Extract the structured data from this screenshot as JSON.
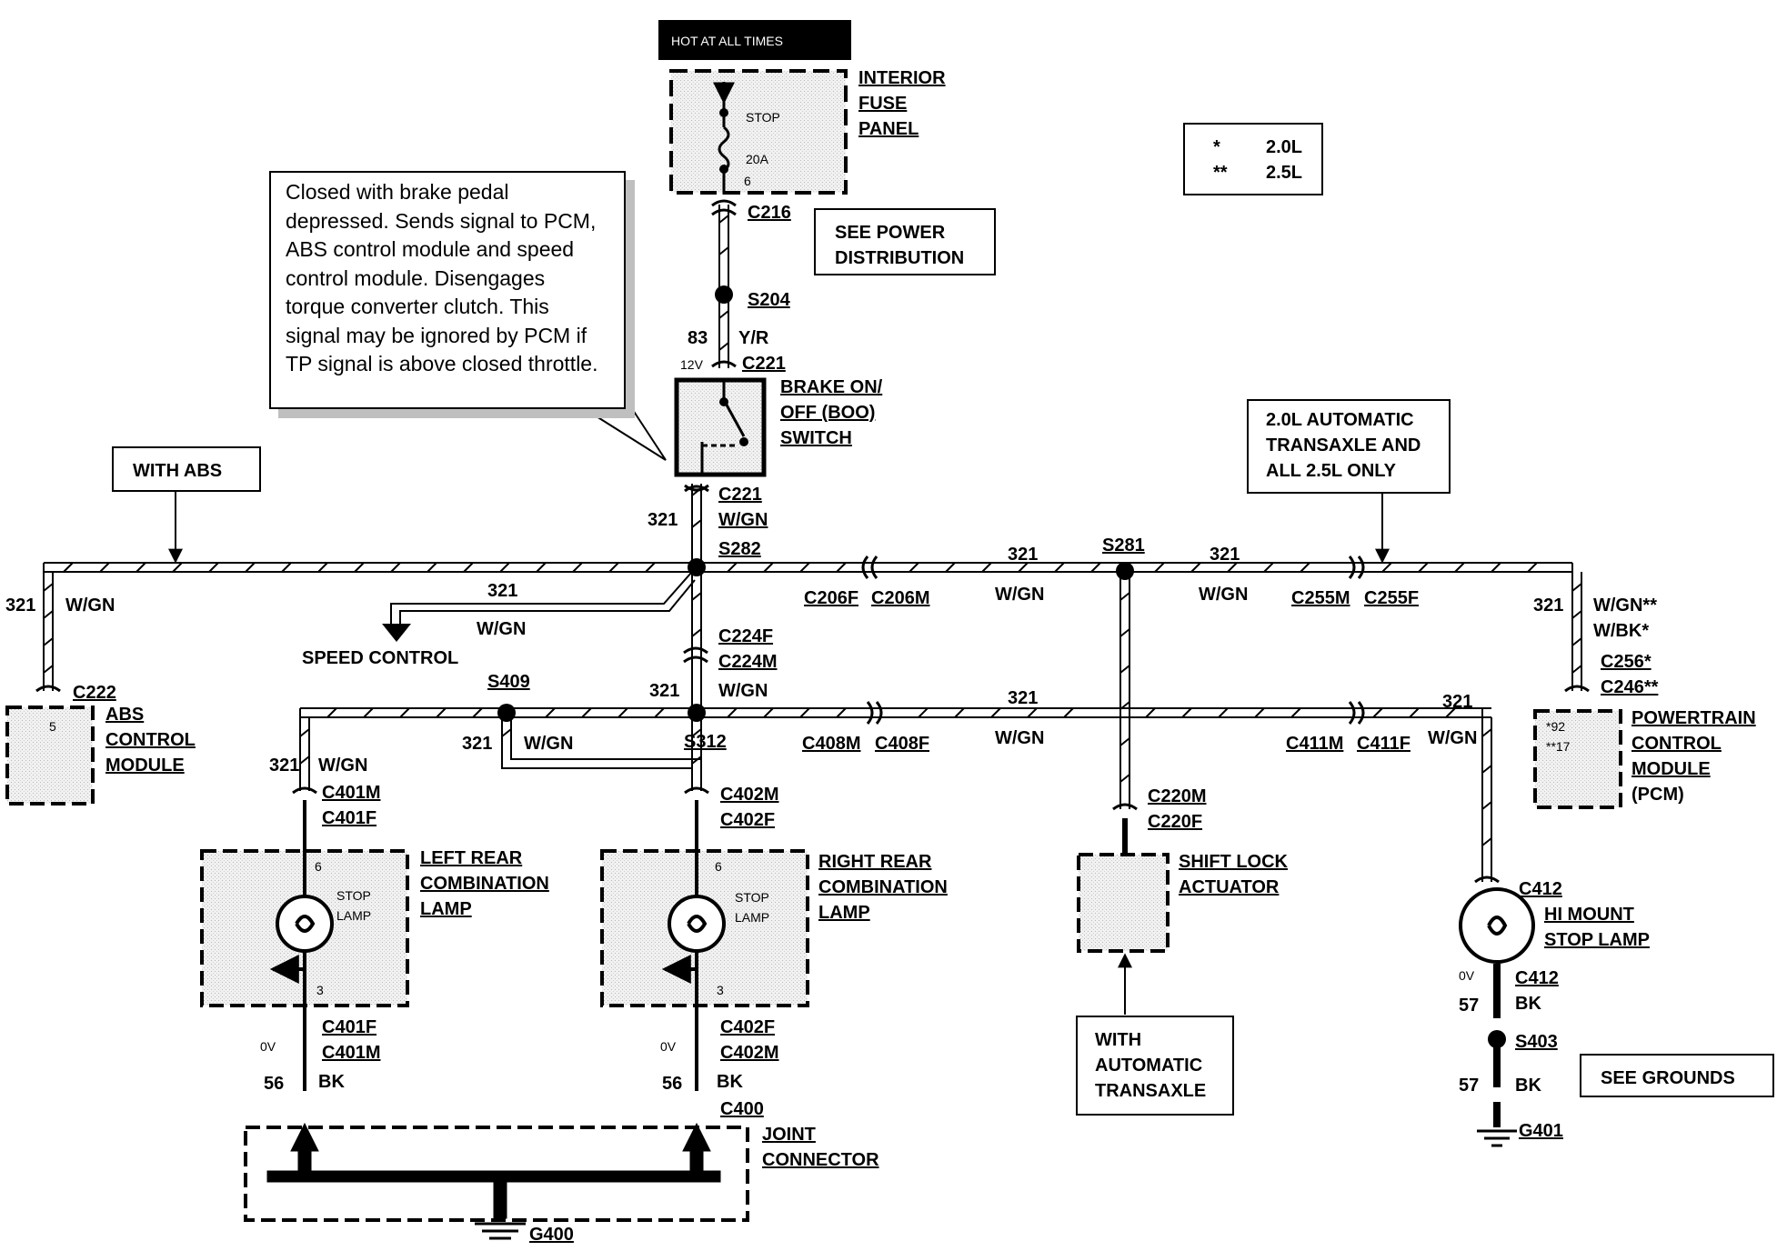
{
  "fuse_panel": {
    "hot_banner": "HOT AT ALL TIMES",
    "title_lines": [
      "INTERIOR",
      "FUSE",
      "PANEL"
    ],
    "fuse_name": "STOP",
    "fuse_rating": "20A",
    "pin": "6"
  },
  "engine_legend": [
    {
      "symbol": "*",
      "engine": "2.0L"
    },
    {
      "symbol": "**",
      "engine": "2.5L"
    }
  ],
  "note": "Closed with brake pedal depressed. Sends signal to PCM, ABS control module and speed control module. Disengages torque converter clutch. This signal may be ignored by PCM if TP signal is above closed throttle.",
  "callouts": {
    "see_power": [
      "SEE POWER",
      "DISTRIBUTION"
    ],
    "with_abs": "WITH ABS",
    "transaxle_note": [
      "2.0L AUTOMATIC",
      "TRANSAXLE AND",
      "ALL 2.5L ONLY"
    ],
    "with_automatic": [
      "WITH",
      "AUTOMATIC",
      "TRANSAXLE"
    ],
    "see_grounds": "SEE GROUNDS"
  },
  "labels": {
    "c216": "C216",
    "s204": "S204",
    "c221": "C221",
    "circuit_83": "83",
    "y_r": "Y/R",
    "v12": "12V",
    "boo_switch": [
      "BRAKE ON/",
      "OFF (BOO)",
      "SWITCH"
    ],
    "circuit_321": "321",
    "w_gn": "W/GN",
    "w_gn_2": "W/GN**",
    "w_bk": "W/BK*",
    "s282": "S282",
    "s281": "S281",
    "s409": "S409",
    "s312": "S312",
    "c206f": "C206F",
    "c206m": "C206M",
    "c255m": "C255M",
    "c255f": "C255F",
    "c224f": "C224F",
    "c224m": "C224M",
    "c408m": "C408M",
    "c408f": "C408F",
    "c411m": "C411M",
    "c411f": "C411F",
    "c222": "C222",
    "c256": "C256*",
    "c246": "C246**",
    "speed_control": "SPEED CONTROL",
    "c401m": "C401M",
    "c401f": "C401F",
    "c402m": "C402M",
    "c402f": "C402F",
    "c220m": "C220M",
    "c220f": "C220F",
    "c412": "C412",
    "c400": "C400",
    "s403": "S403",
    "g401": "G401",
    "g400": "G400",
    "circuit_56": "56",
    "circuit_57": "57",
    "bk": "BK",
    "v0": "0V",
    "pin_5": "5",
    "pin_6": "6",
    "pin_3": "3",
    "pcm_pin_92": "*92",
    "pcm_pin_17": "**17",
    "stop": "STOP",
    "lamp": "LAMP"
  },
  "components": {
    "abs_module": [
      "ABS",
      "CONTROL",
      "MODULE"
    ],
    "pcm": [
      "POWERTRAIN",
      "CONTROL",
      "MODULE",
      "(PCM)"
    ],
    "left_lamp": [
      "LEFT REAR",
      "COMBINATION",
      "LAMP"
    ],
    "right_lamp": [
      "RIGHT REAR",
      "COMBINATION",
      "LAMP"
    ],
    "shift_lock": [
      "SHIFT LOCK",
      "ACTUATOR"
    ],
    "hi_mount": [
      "HI MOUNT",
      "STOP LAMP"
    ],
    "joint_connector": [
      "JOINT",
      "CONNECTOR"
    ]
  }
}
